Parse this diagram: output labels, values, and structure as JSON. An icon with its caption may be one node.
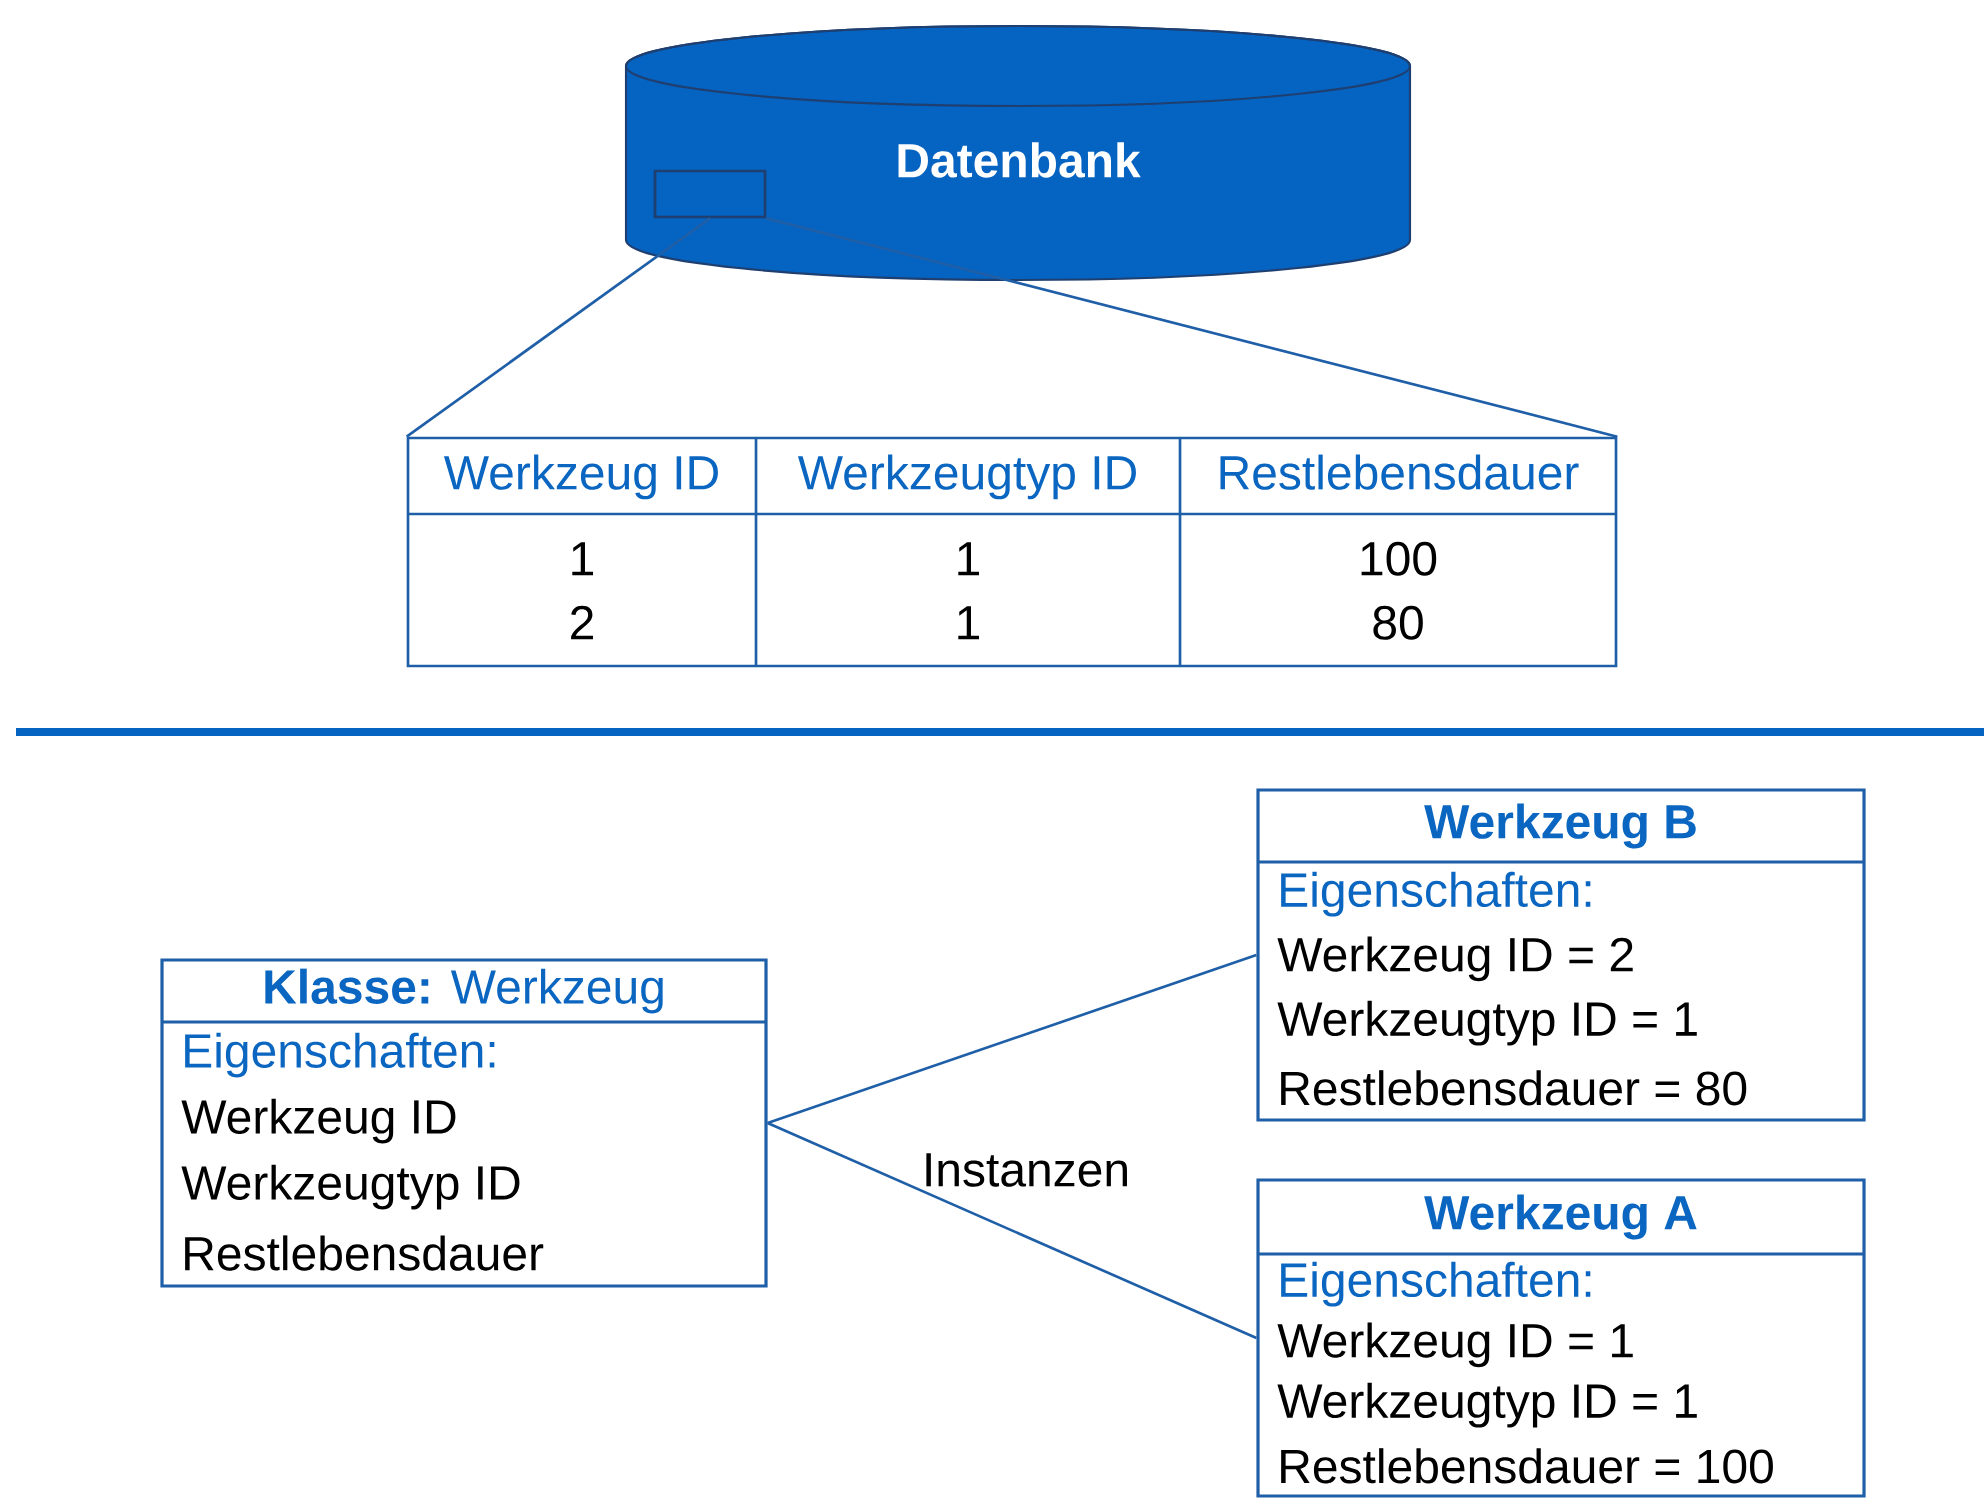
{
  "diagram": {
    "nodes": [
      {
        "text": [
          "Datenbank"
        ]
      },
      {
        "text": [],
        "shape": "box",
        "in": 0
      },
      {
        "text": [
          "Werkzeug ID",
          "Werkzeugtyp ID",
          "Restlebensdauer",
          "1",
          "1",
          "100",
          "2",
          "1",
          "80"
        ]
      },
      {
        "text": [
          "**Klasse:** Werkzeug",
          "Eigenschaften:",
          "Werkzeug ID",
          "Werkzeugtyp ID",
          "Restlebensdauer"
        ]
      },
      {
        "text": [
          "Werkzeug B",
          "Eigenschaften:",
          "Werkzeug ID = 2",
          "Werkzeugtyp ID = 1",
          "Restlebensdauer = 80"
        ]
      },
      {
        "text": [
          "Werkzeug A",
          "Eigenschaften:",
          "Werkzeug ID = 1",
          "Werkzeugtyp ID = 1",
          "Restlebensdauer = 100"
        ]
      }
    ],
    "edges": [
      {
        "from": 1,
        "to": 2,
        "arrow": "none"
      },
      {
        "from": 1,
        "to": 2,
        "arrow": "none"
      },
      {
        "from": 3,
        "to": 4,
        "arrow": "none"
      },
      {
        "from": 3,
        "to": 5,
        "arrow": "none"
      }
    ],
    "labels": [
      "Instanzen"
    ]
  }
}
